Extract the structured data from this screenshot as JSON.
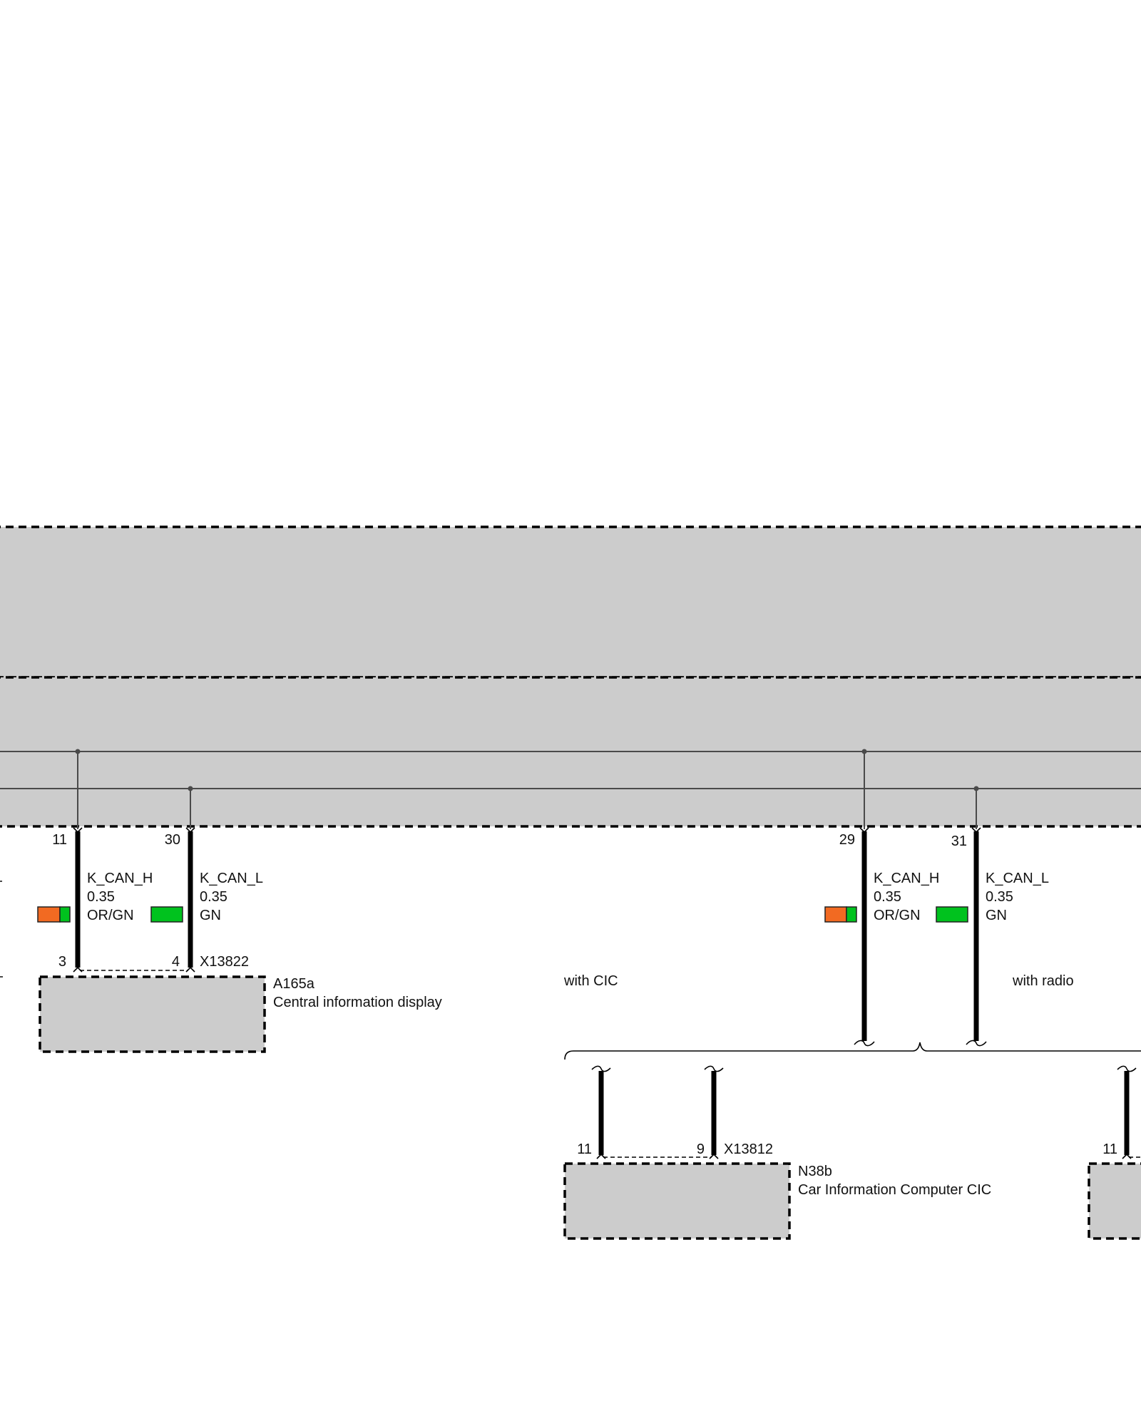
{
  "colors": {
    "module_fill": "#cccccc",
    "orange": "#f26a22",
    "green": "#00c21e"
  },
  "wires": [
    {
      "pin_top": "11",
      "signal": "K_CAN_H",
      "size": "0.35",
      "color_code": "OR/GN",
      "pin_bottom": "3"
    },
    {
      "pin_top": "30",
      "signal": "K_CAN_L",
      "size": "0.35",
      "color_code": "GN",
      "pin_bottom": "4"
    },
    {
      "pin_top": "29",
      "signal": "K_CAN_H",
      "size": "0.35",
      "color_code": "OR/GN"
    },
    {
      "pin_top": "31",
      "signal": "K_CAN_L",
      "size": "0.35",
      "color_code": "GN"
    }
  ],
  "connectors": {
    "a165a_connector": "X13822",
    "n38b_connector": "X13812"
  },
  "components": {
    "a165a": {
      "id": "A165a",
      "name": "Central information display"
    },
    "n38b": {
      "id": "N38b",
      "name": "Car Information Computer CIC",
      "pin_left": "11",
      "pin_right": "9"
    },
    "radio": {
      "pin_left": "11"
    }
  },
  "variants": {
    "with_cic": "with CIC",
    "with_radio": "with radio"
  }
}
